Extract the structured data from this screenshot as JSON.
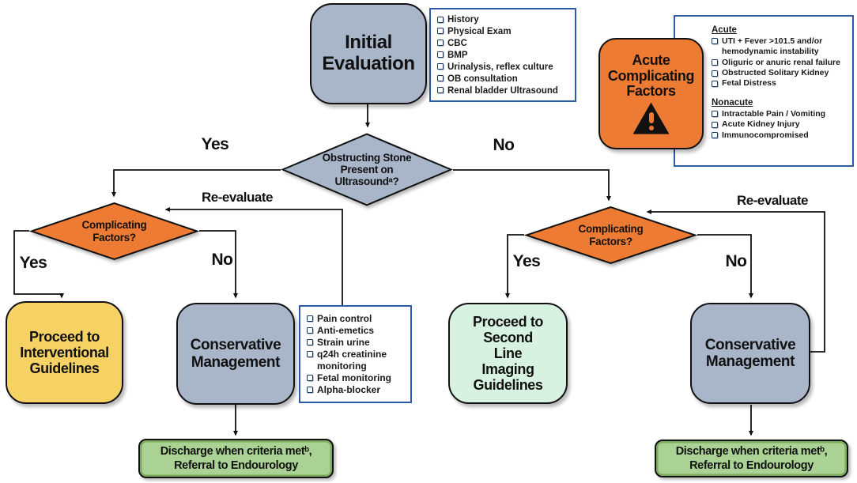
{
  "colors": {
    "node_blue": "#a9b6ca",
    "node_orange": "#ed7b33",
    "node_yellow": "#f6d163",
    "node_mint": "#d8f2e1",
    "node_green": "#aad295",
    "panel_border": "#2f5ca8",
    "checkbox": "#17365d",
    "line": "#111111"
  },
  "flowchart": {
    "nodes": {
      "initial_evaluation": "Initial Evaluation",
      "acute_complicating_factors": "Acute Complicating Factors",
      "stone_decision": "Obstructing Stone Present on Ultrasoundᵃ?",
      "complicating_left": "Complicating Factors?",
      "complicating_right": "Complicating Factors?",
      "proceed_interventional": "Proceed to Interventional Guidelines",
      "conservative_left": "Conservative Management",
      "proceed_second_line": "Proceed to Second Line Imaging Guidelines",
      "conservative_right": "Conservative Management",
      "discharge_left": "Discharge when criteria metᵇ, Referral to Endourology",
      "discharge_right": "Discharge when criteria metᵇ, Referral to Endourology"
    },
    "edge_labels": {
      "yes_top": "Yes",
      "no_top": "No",
      "reevaluate_left": "Re-evaluate",
      "reevaluate_right": "Re-evaluate",
      "yes_left": "Yes",
      "no_left": "No",
      "yes_right": "Yes",
      "no_right": "No"
    },
    "initial_checklist": [
      "History",
      "Physical Exam",
      "CBC",
      "BMP",
      "Urinalysis, reflex culture",
      "OB consultation",
      "Renal bladder Ultrasound"
    ],
    "conservative_checklist": [
      "Pain control",
      "Anti-emetics",
      "Strain urine",
      "q24h creatinine monitoring",
      "Fetal monitoring",
      "Alpha-blocker"
    ],
    "factors_panel": {
      "acute_heading": "Acute",
      "acute_items": [
        "UTI + Fever >101.5 and/or hemodynamic instability",
        "Oliguric or anuric renal failure",
        "Obstructed Solitary Kidney",
        "Fetal Distress"
      ],
      "nonacute_heading": "Nonacute",
      "nonacute_items": [
        "Intractable Pain / Vomiting",
        "Acute Kidney Injury",
        "Immunocompromised"
      ]
    }
  }
}
